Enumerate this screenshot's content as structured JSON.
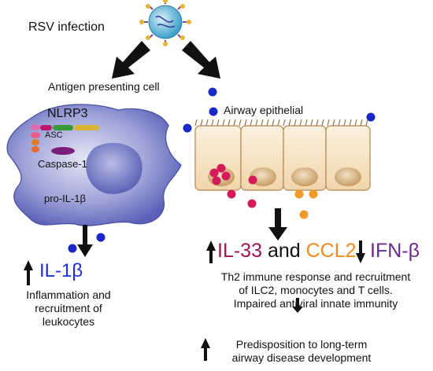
{
  "title": "RSV infection",
  "left": {
    "cell_label": "Antigen presenting cell",
    "inflammasome": "NLRP3",
    "asc": "ASC",
    "caspase": "Caspase-1",
    "pro": "pro-IL-1β",
    "product": "IL-1β",
    "outcome": [
      "Inflammation and",
      "recruitment of",
      "leukocytes"
    ]
  },
  "right": {
    "epithelium_label": "Airway epithelial",
    "il33": "IL-33",
    "and": "and",
    "ccl2": "CCL2",
    "ifnb": "IFN-β",
    "response": [
      "Th2 immune response  and recruitment",
      "of ILC2, monocytes and T cells.",
      "Impaired antiviral innate immunity"
    ],
    "predisposition": [
      "Predisposition to long-term",
      "airway disease development"
    ]
  },
  "colors": {
    "il1b": "#1f2fd4",
    "il33": "#a01552",
    "ccl2": "#ef8c1f",
    "ifnb": "#6a2a8c",
    "apc": "#5a5fb8",
    "epithelium": "#f6e4c8"
  }
}
